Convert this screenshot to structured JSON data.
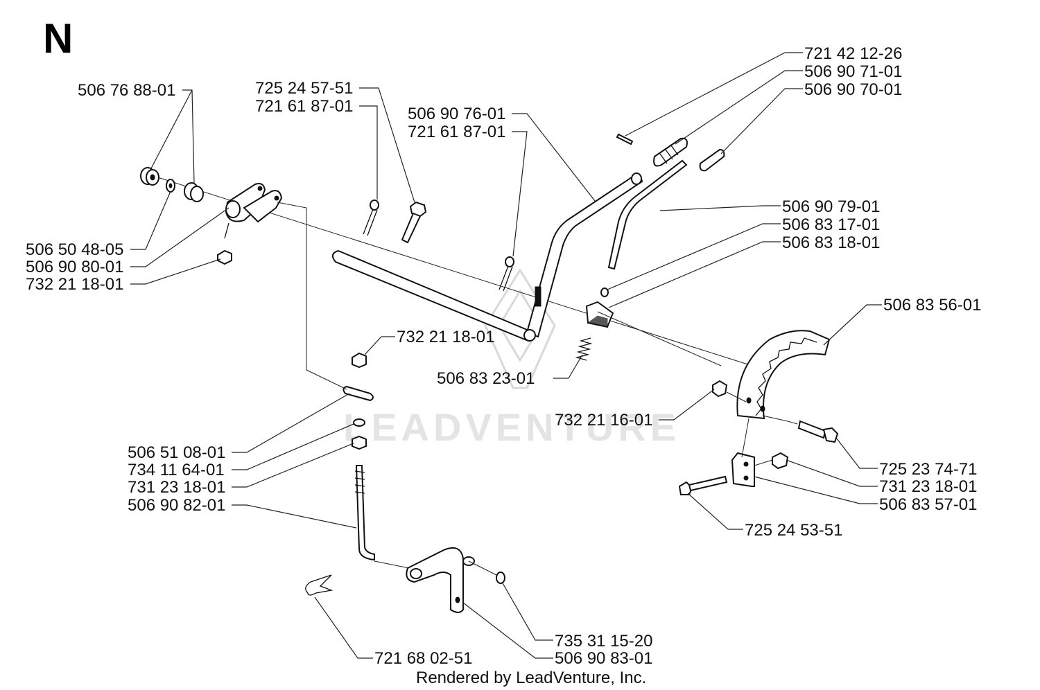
{
  "section_letter": "N",
  "watermark": "LEADVENTURE",
  "footer": "Rendered by LeadVenture, Inc.",
  "labels": {
    "p_506_76_88_01": "506 76 88-01",
    "p_506_50_48_05": "506 50 48-05",
    "p_506_90_80_01": "506 90 80-01",
    "p_732_21_18_01_a": "732 21 18-01",
    "p_725_24_57_51": "725 24 57-51",
    "p_721_61_87_01_a": "721 61 87-01",
    "p_506_90_76_01": "506 90 76-01",
    "p_721_61_87_01_b": "721 61 87-01",
    "p_721_42_12_26": "721 42 12-26",
    "p_506_90_71_01": "506 90 71-01",
    "p_506_90_70_01": "506 90 70-01",
    "p_506_90_79_01": "506 90 79-01",
    "p_506_83_17_01": "506 83 17-01",
    "p_506_83_18_01": "506 83 18-01",
    "p_506_83_56_01": "506 83 56-01",
    "p_732_21_18_01_b": "732 21 18-01",
    "p_506_83_23_01": "506 83 23-01",
    "p_732_21_16_01": "732 21 16-01",
    "p_506_51_08_01": "506 51 08-01",
    "p_734_11_64_01": "734 11 64-01",
    "p_731_23_18_01_a": "731 23 18-01",
    "p_506_90_82_01": "506 90 82-01",
    "p_725_23_74_71": "725 23 74-71",
    "p_731_23_18_01_b": "731 23 18-01",
    "p_506_83_57_01": "506 83 57-01",
    "p_725_24_53_51": "725 24 53-51",
    "p_735_31_15_20": "735 31 15-20",
    "p_721_68_02_51": "721 68 02-51",
    "p_506_90_83_01": "506 90 83-01"
  }
}
